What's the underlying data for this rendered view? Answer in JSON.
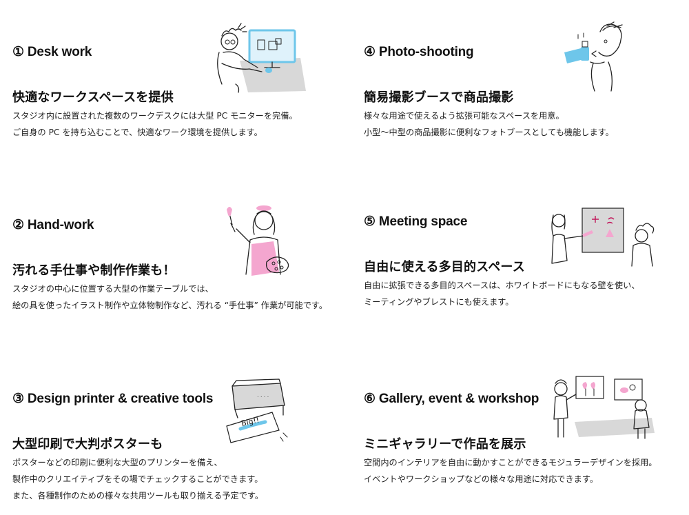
{
  "colors": {
    "text": "#111111",
    "accent_blue": "#6ec6ea",
    "accent_pink": "#f4a6cf",
    "shade_gray": "#d8d8d8"
  },
  "features": [
    {
      "title": "① Desk work",
      "heading": "快適なワークスペースを提供",
      "lines": [
        "スタジオ内に設置された複数のワークデスクには大型 PC モニターを完備。",
        "ご自身の PC を持ち込むことで、快適なワーク環境を提供します。"
      ],
      "illustration": "desk-work-illustration"
    },
    {
      "title": "② Hand-work",
      "heading": "汚れる手仕事や制作作業も！",
      "lines": [
        "スタジオの中心に位置する大型の作業テーブルでは、",
        "絵の具を使ったイラスト制作や立体物制作など、汚れる “手仕事” 作業が可能です。"
      ],
      "illustration": "hand-work-illustration"
    },
    {
      "title": "③ Design printer & creative tools",
      "heading": "大型印刷で大判ポスターも",
      "lines": [
        "ポスターなどの印刷に便利な大型のプリンターを備え、",
        "製作中のクリエイティブをその場でチェックすることができます。",
        "また、各種制作のための様々な共用ツールも取り揃える予定です。"
      ],
      "illustration": "printer-illustration",
      "printout_text": "Big!!",
      "printer_panel_text": "· · · ·"
    },
    {
      "title": "④ Photo-shooting",
      "heading": "簡易撮影ブースで商品撮影",
      "lines": [
        "様々な用途で使えるよう拡張可能なスペースを用意。",
        "小型〜中型の商品撮影に便利なフォトブースとしても機能します。"
      ],
      "illustration": "photo-shooting-illustration"
    },
    {
      "title": "⑤ Meeting space",
      "heading": "自由に使える多目的スペース",
      "lines": [
        "自由に拡張できる多目的スペースは、ホワイトボードにもなる壁を使い、",
        "ミーティングやブレストにも使えます。"
      ],
      "illustration": "meeting-illustration"
    },
    {
      "title": "⑥ Gallery, event & workshop",
      "heading": "ミニギャラリーで作品を展示",
      "lines": [
        "空間内のインテリアを自由に動かすことができるモジュラーデザインを採用。",
        "イベントやワークショップなどの様々な用途に対応できます。"
      ],
      "illustration": "gallery-illustration"
    }
  ]
}
